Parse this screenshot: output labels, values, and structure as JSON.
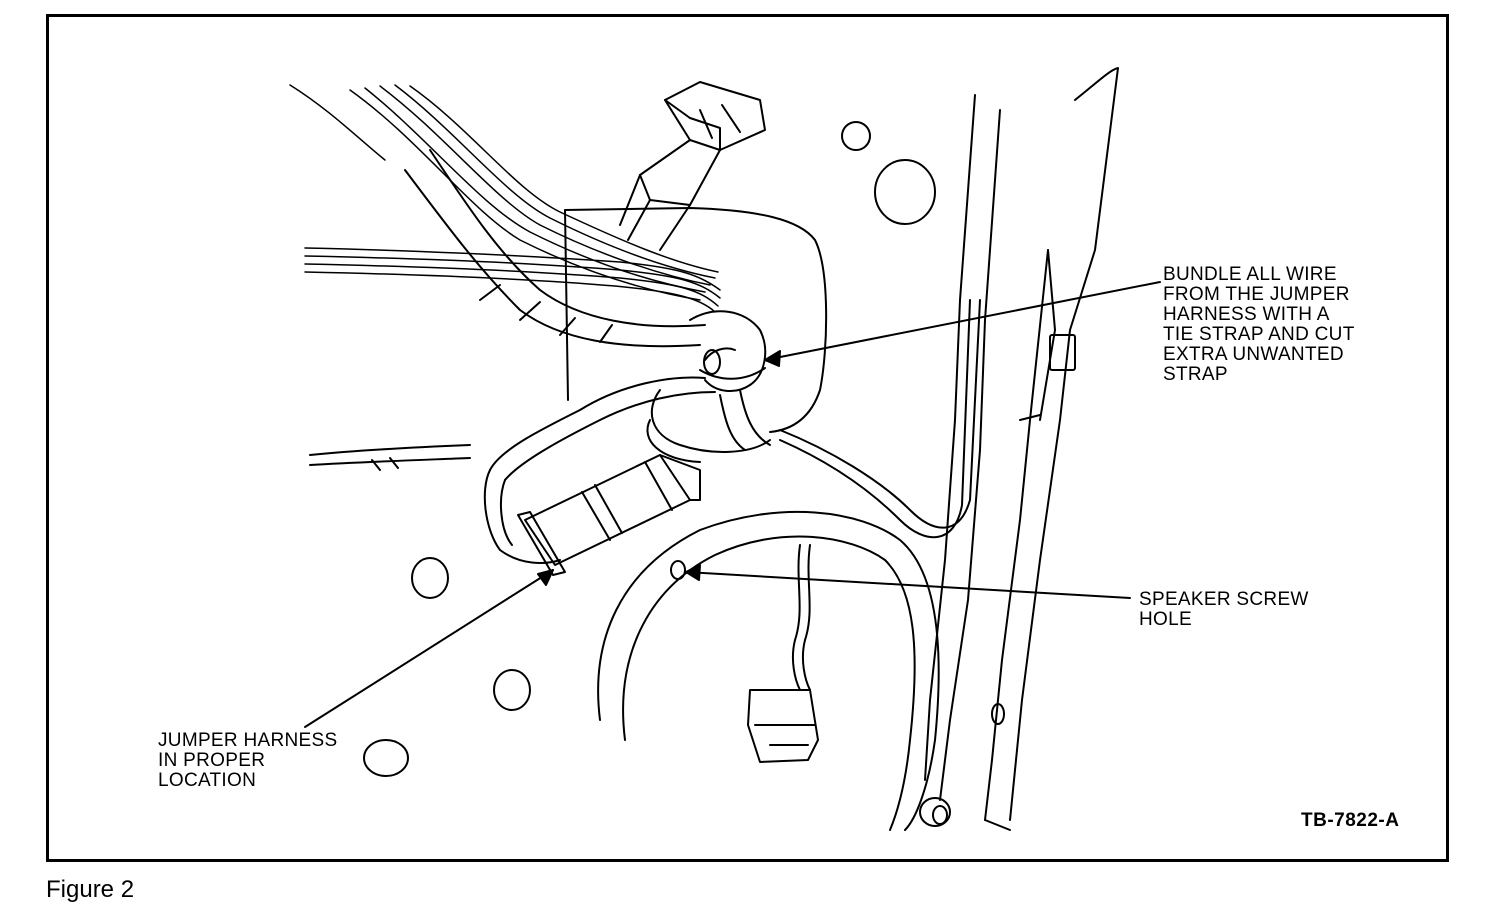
{
  "figure": {
    "caption": "Figure 2",
    "reference_code": "TB-7822-A"
  },
  "callouts": {
    "bundle": {
      "lines": [
        "BUNDLE ALL WIRE",
        "FROM THE JUMPER",
        "HARNESS WITH A",
        "TIE STRAP AND CUT",
        "EXTRA UNWANTED",
        "STRAP"
      ]
    },
    "speaker_hole": {
      "lines": [
        "SPEAKER SCREW",
        "HOLE"
      ]
    },
    "jumper": {
      "lines": [
        "JUMPER HARNESS",
        "IN PROPER",
        "LOCATION"
      ]
    }
  }
}
